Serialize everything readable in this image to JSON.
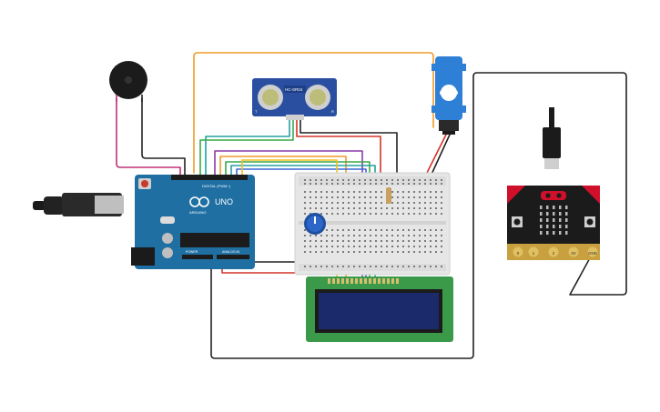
{
  "arduino": {
    "brand": "UNO",
    "logo_text": "ARDUINO",
    "digital_label": "DIGITAL (PWM~)",
    "power_label": "POWER",
    "analog_label": "ANALOG IN"
  },
  "ultrasonic": {
    "model": "HC-SR04",
    "left_mark": "T",
    "right_mark": "R"
  },
  "microbit": {
    "pins": [
      "0",
      "1",
      "2",
      "3V",
      "GND"
    ]
  },
  "colors": {
    "arduino_board": "#1f6fa3",
    "breadboard": "#e6e6e6",
    "lcd_board": "#3a9a4a",
    "lcd_screen": "#1a2a6a",
    "microbit": "#1b1b1b",
    "microbit_accent": "#d0102a",
    "servo": "#2e7fd6",
    "wire_orange": "#f09a2a",
    "wire_black": "#222222",
    "wire_red": "#d4332a",
    "wire_green": "#3aa84a",
    "wire_purple": "#8a3aa8",
    "wire_yellow": "#f0c020",
    "wire_teal": "#23a0a0",
    "wire_magenta": "#c0307a"
  }
}
